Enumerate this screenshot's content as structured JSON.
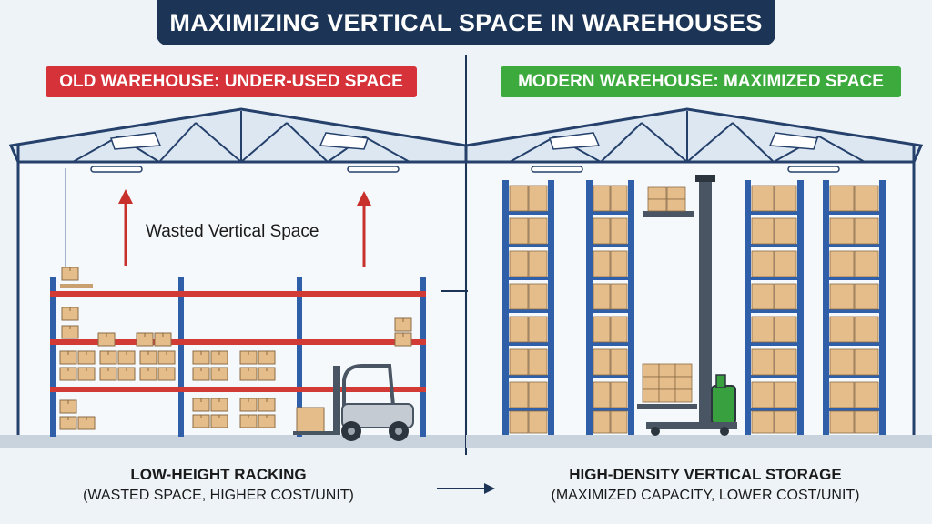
{
  "title": "MAXIMIZING VERTICAL SPACE IN WAREHOUSES",
  "left": {
    "label": "OLD WAREHOUSE: UNDER-USED SPACE",
    "annotation": "Wasted Vertical Space",
    "caption_line1": "LOW-HEIGHT RACKING",
    "caption_line2": "(WASTED SPACE, HIGHER COST/UNIT)"
  },
  "right": {
    "label": "MODERN WAREHOUSE: MAXIMIZED SPACE",
    "caption_line1": "HIGH-DENSITY VERTICAL STORAGE",
    "caption_line2": "(MAXIMIZED CAPACITY, LOWER COST/UNIT)"
  },
  "colors": {
    "title_bg": "#1c3556",
    "old_label_bg": "#d6323a",
    "new_label_bg": "#3daa3d",
    "rack_blue": "#2f5fa8",
    "beam_red": "#d23a36",
    "box_tan": "#e5bd8a",
    "arrow_red": "#c8302b"
  }
}
